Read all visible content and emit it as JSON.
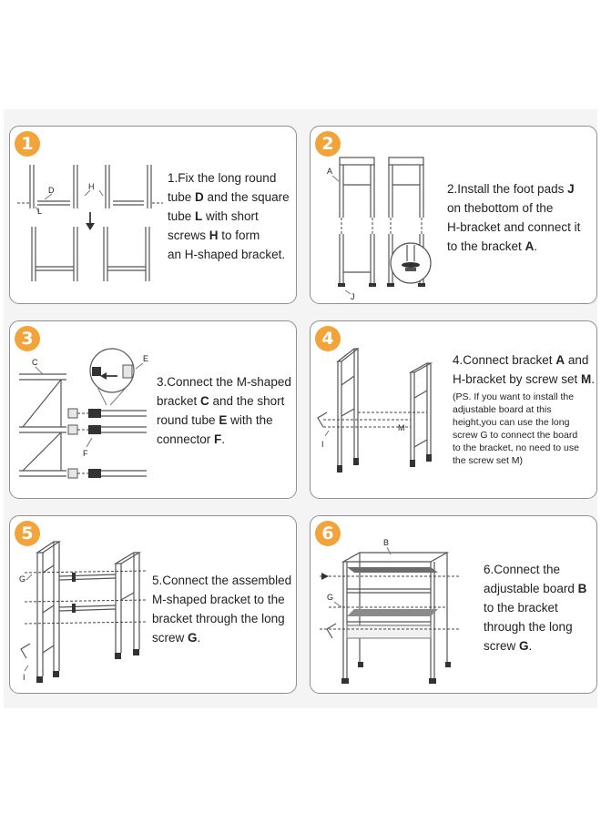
{
  "steps": [
    {
      "number": "1",
      "lines": [
        [
          {
            "t": "1.Fix the long round"
          }
        ],
        [
          {
            "t": "tube "
          },
          {
            "t": "D",
            "b": true
          },
          {
            "t": " and the square"
          }
        ],
        [
          {
            "t": "tube "
          },
          {
            "t": "L",
            "b": true
          },
          {
            "t": " with short"
          }
        ],
        [
          {
            "t": "screws "
          },
          {
            "t": "H",
            "b": true
          },
          {
            "t": " to form"
          }
        ],
        [
          {
            "t": "an H-shaped bracket."
          }
        ]
      ],
      "labels": {
        "d": "D",
        "h": "H",
        "l": "L"
      }
    },
    {
      "number": "2",
      "lines": [
        [
          {
            "t": "2.Install the foot pads "
          },
          {
            "t": "J",
            "b": true
          }
        ],
        [
          {
            "t": "on thebottom of the"
          }
        ],
        [
          {
            "t": "H-bracket and connect it"
          }
        ],
        [
          {
            "t": "to the bracket "
          },
          {
            "t": "A",
            "b": true
          },
          {
            "t": "."
          }
        ]
      ],
      "labels": {
        "a": "A",
        "j": "J"
      }
    },
    {
      "number": "3",
      "lines": [
        [
          {
            "t": "3.Connect the M-shaped"
          }
        ],
        [
          {
            "t": "bracket "
          },
          {
            "t": "C",
            "b": true
          },
          {
            "t": " and the short"
          }
        ],
        [
          {
            "t": "round tube "
          },
          {
            "t": "E",
            "b": true
          },
          {
            "t": " with the"
          }
        ],
        [
          {
            "t": "connector "
          },
          {
            "t": "F",
            "b": true
          },
          {
            "t": "."
          }
        ]
      ],
      "labels": {
        "c": "C",
        "e": "E",
        "f": "F"
      }
    },
    {
      "number": "4",
      "lines": [
        [
          {
            "t": "4.Connect bracket "
          },
          {
            "t": "A",
            "b": true
          },
          {
            "t": " and"
          }
        ],
        [
          {
            "t": "H-bracket by screw set "
          },
          {
            "t": "M",
            "b": true
          },
          {
            "t": "."
          }
        ]
      ],
      "note": [
        "(PS. If you want to install the",
        "adjustable board at this",
        "height,you can use the long",
        "screw G to connect the board",
        "to the bracket, no need to use",
        "the screw set M)"
      ],
      "labels": {
        "m": "M",
        "i": "I"
      }
    },
    {
      "number": "5",
      "lines": [
        [
          {
            "t": "5.Connect the assembled"
          }
        ],
        [
          {
            "t": "M-shaped bracket to the"
          }
        ],
        [
          {
            "t": "bracket through the long"
          }
        ],
        [
          {
            "t": "screw "
          },
          {
            "t": "G",
            "b": true
          },
          {
            "t": "."
          }
        ]
      ],
      "labels": {
        "g": "G",
        "i": "I"
      }
    },
    {
      "number": "6",
      "lines": [
        [
          {
            "t": "6.Connect the"
          }
        ],
        [
          {
            "t": "adjustable board "
          },
          {
            "t": "B",
            "b": true
          }
        ],
        [
          {
            "t": "to the bracket"
          }
        ],
        [
          {
            "t": " through the long"
          }
        ],
        [
          {
            "t": "screw "
          },
          {
            "t": "G",
            "b": true
          },
          {
            "t": "."
          }
        ]
      ],
      "labels": {
        "b": "B",
        "g": "G"
      }
    }
  ]
}
